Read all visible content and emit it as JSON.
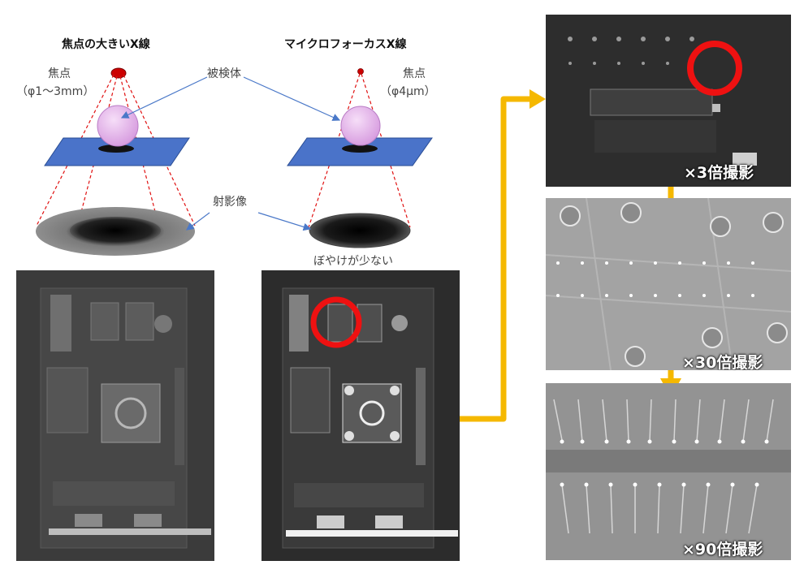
{
  "diagram": {
    "left_title": "焦点の大きいX線",
    "right_title": "マイクロフォーカスX線",
    "left_focus_label": "焦点",
    "left_focus_size": "（φ1～3mm）",
    "right_focus_label": "焦点",
    "right_focus_size": "（φ4μm）",
    "object_label": "被検体",
    "projection_label": "射影像",
    "less_blur_label": "ぼやけが少ない"
  },
  "magnifications": {
    "x3": "×3倍撮影",
    "x30": "×30倍撮影",
    "x90": "×90倍撮影"
  },
  "colors": {
    "focus_red": "#d40000",
    "object_pink": "#e8b8ec",
    "plate_blue": "#4a73c9",
    "arrow_blue": "#4a78c8",
    "flow_orange": "#f5b800",
    "highlight_red": "#ee1111"
  }
}
